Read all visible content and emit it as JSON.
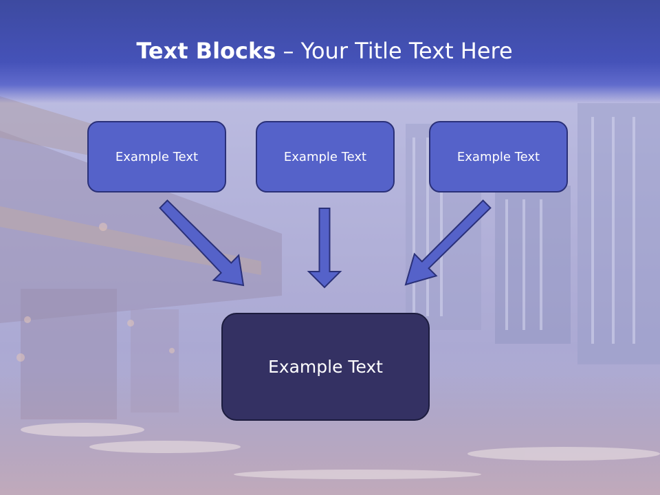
{
  "slide": {
    "title_bold": "Text Blocks",
    "title_separator": "–",
    "title_rest": "Your Title Text Here"
  },
  "blocks": {
    "top": [
      "Example Text",
      "Example Text",
      "Example Text"
    ],
    "bottom": "Example Text"
  },
  "colors": {
    "header": "#4552b8",
    "small_box_fill": "#5562c9",
    "small_box_border": "#2a3078",
    "big_box_fill": "#343163",
    "arrow_fill": "#5562c9",
    "arrow_stroke": "#2a3078"
  }
}
